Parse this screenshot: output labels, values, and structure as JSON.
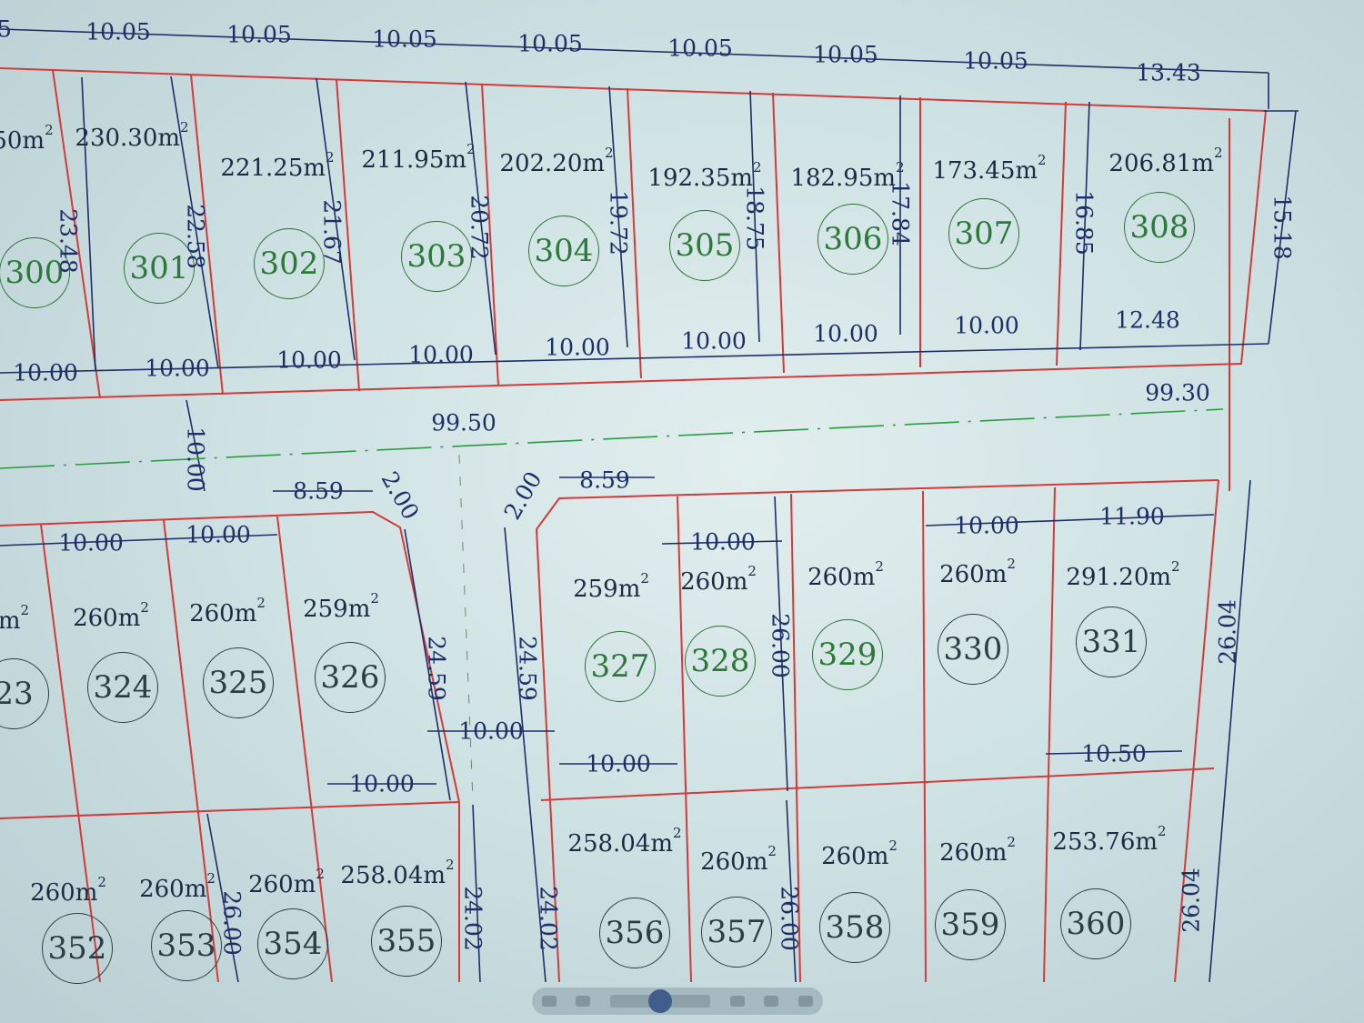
{
  "colors": {
    "lot_boundary": "#d43a3a",
    "dimension": "#1e2e66",
    "lot_number": "#2b7a3a",
    "road_axis": "#2f9a45"
  },
  "top_block": {
    "frontage_dims": [
      "5",
      "10.05",
      "10.05",
      "10.05",
      "10.05",
      "10.05",
      "10.05",
      "10.05",
      "13.43"
    ],
    "areas": [
      "50m",
      "230.30m",
      "221.25m",
      "211.95m",
      "202.20m",
      "192.35m",
      "182.95m",
      "173.45m",
      "206.81m"
    ],
    "lots": [
      "300",
      "301",
      "302",
      "303",
      "304",
      "305",
      "306",
      "307",
      "308"
    ],
    "depth_dims": [
      "23.48",
      "22.58",
      "21.67",
      "20.72",
      "19.72",
      "18.75",
      "17.84",
      "16.85",
      "15.18"
    ],
    "rear_dims": [
      "10.00",
      "10.00",
      "10.00",
      "10.00",
      "10.00",
      "10.00",
      "10.00",
      "10.00",
      "12.48"
    ]
  },
  "road": {
    "lengths": [
      "99.50",
      "99.30"
    ],
    "width": "10.00"
  },
  "middle_block": {
    "corner_dims": [
      "8.59",
      "2.00",
      "2.00",
      "8.59"
    ],
    "front_dims": [
      "10.00",
      "10.00",
      "10.00",
      "10.00",
      "11.90"
    ],
    "areas": [
      "m",
      "260m",
      "260m",
      "259m",
      "259m",
      "260m",
      "260m",
      "260m",
      "291.20m"
    ],
    "lots": [
      "23",
      "324",
      "325",
      "326",
      "327",
      "328",
      "329",
      "330",
      "331"
    ],
    "side_dims": [
      "24.59",
      "24.59",
      "10.00",
      "26.00",
      "26.04",
      "10.00",
      "10.50",
      "10.00"
    ]
  },
  "bottom_block": {
    "areas": [
      "260m",
      "260m",
      "260m",
      "258.04m",
      "258.04m",
      "260m",
      "260m",
      "260m",
      "253.76m"
    ],
    "lots": [
      "352",
      "353",
      "354",
      "355",
      "356",
      "357",
      "358",
      "359",
      "360"
    ],
    "side_dims": [
      "26.00",
      "24.02",
      "24.02",
      "26.00",
      "26.04"
    ]
  },
  "area_unit_exponent": "2"
}
